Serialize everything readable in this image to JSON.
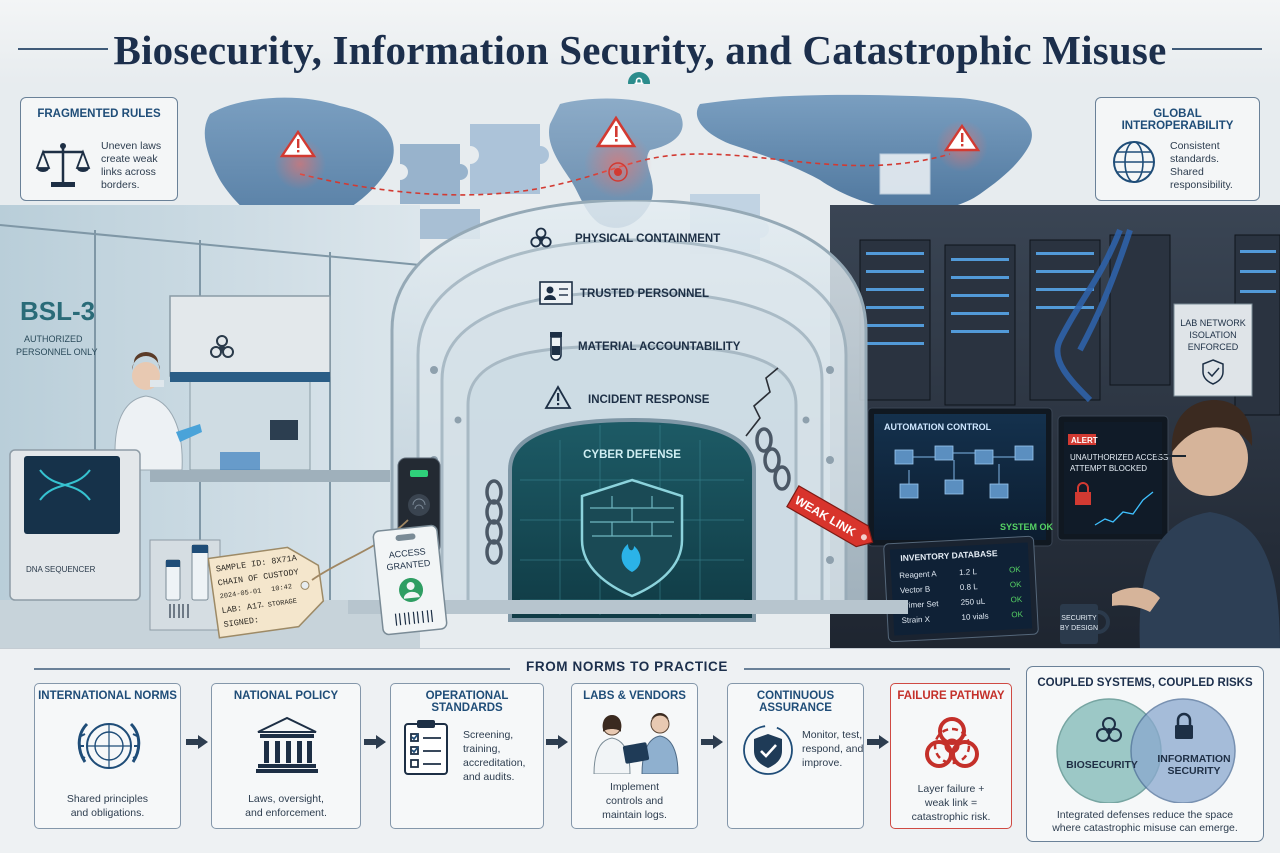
{
  "title": "Biosecurity, Information Security, and Catastrophic Misuse",
  "colors": {
    "navy": "#1c2f4c",
    "accent_blue": "#1f4d78",
    "teal": "#2b8c8c",
    "alert_red": "#d23a32",
    "ok_green": "#34c759"
  },
  "callouts": {
    "fragmented": {
      "heading": "Fragmented Rules",
      "text": [
        "Uneven laws",
        "create weak",
        "links across",
        "borders."
      ],
      "icon": "scales-icon"
    },
    "interoperability": {
      "heading": "Global Interoperability",
      "text": [
        "Consistent",
        "standards.",
        "Shared",
        "responsibility."
      ],
      "icon": "globe-icon"
    }
  },
  "layers": [
    {
      "label": "Physical Containment",
      "icon": "biohazard-icon"
    },
    {
      "label": "Trusted Personnel",
      "icon": "id-badge-icon"
    },
    {
      "label": "Material Accountability",
      "icon": "vial-icon"
    },
    {
      "label": "Incident Response",
      "icon": "warning-icon"
    },
    {
      "label": "Cyber Defense",
      "icon": "firewall-shield-icon"
    }
  ],
  "lab": {
    "bsl_label": "BSL-3",
    "bsl_sub": [
      "AUTHORIZED",
      "PERSONNEL ONLY"
    ],
    "sequencer_label": "DNA SEQUENCER"
  },
  "custody_tag": {
    "line1": "SAMPLE ID: 8X71A",
    "line2": "CHAIN OF CUSTODY",
    "date": "2024-05-01",
    "time": "10:42",
    "lab": "LAB: A17",
    "storage": "→ STORAGE",
    "signed": "SIGNED:"
  },
  "access_tag": {
    "line1": "ACCESS",
    "line2": "GRANTED"
  },
  "weak_link": "WEAK LINK",
  "server_sign": {
    "lines": [
      "LAB NETWORK",
      "ISOLATION",
      "ENFORCED"
    ]
  },
  "automation": {
    "title": "AUTOMATION CONTROL",
    "status": "SYSTEM OK"
  },
  "alert": {
    "badge": "ALERT",
    "lines": [
      "UNAUTHORIZED ACCESS",
      "ATTEMPT BLOCKED"
    ]
  },
  "inventory": {
    "title": "INVENTORY DATABASE",
    "rows": [
      {
        "item": "Reagent A",
        "qty": "1.2 L",
        "status": "OK"
      },
      {
        "item": "Vector B",
        "qty": "0.8 L",
        "status": "OK"
      },
      {
        "item": "Primer Set",
        "qty": "250 uL",
        "status": "OK"
      },
      {
        "item": "Strain X",
        "qty": "10 vials",
        "status": "OK"
      }
    ]
  },
  "mug": {
    "lines": [
      "SECURITY",
      "BY DESIGN"
    ]
  },
  "norms_heading": "From Norms to Practice",
  "stages": [
    {
      "heading": "International Norms",
      "text": [
        "Shared principles",
        "and obligations."
      ],
      "icon": "un-emblem-icon"
    },
    {
      "heading": "National Policy",
      "text": [
        "Laws, oversight,",
        "and enforcement."
      ],
      "icon": "government-building-icon"
    },
    {
      "heading": "Operational Standards",
      "text": [
        "Screening, training,",
        "accreditation,",
        "and audits."
      ],
      "icon": "checklist-icon"
    },
    {
      "heading": "Labs & Vendors",
      "text": [
        "Implement",
        "controls and",
        "maintain logs."
      ],
      "icon": "researchers-icon"
    },
    {
      "heading": "Continuous Assurance",
      "text": [
        "Monitor, test,",
        "respond, and",
        "improve."
      ],
      "icon": "shield-check-icon"
    },
    {
      "heading": "Failure Pathway",
      "text": [
        "Layer failure +",
        "weak link =",
        "catastrophic risk."
      ],
      "icon": "biohazard-icon"
    }
  ],
  "coupled": {
    "heading": "Coupled Systems, Coupled Risks",
    "left_label": "BIOSECURITY",
    "right_label": [
      "INFORMATION",
      "SECURITY"
    ],
    "caption": [
      "Integrated defenses reduce the space",
      "where catastrophic misuse can emerge."
    ]
  }
}
